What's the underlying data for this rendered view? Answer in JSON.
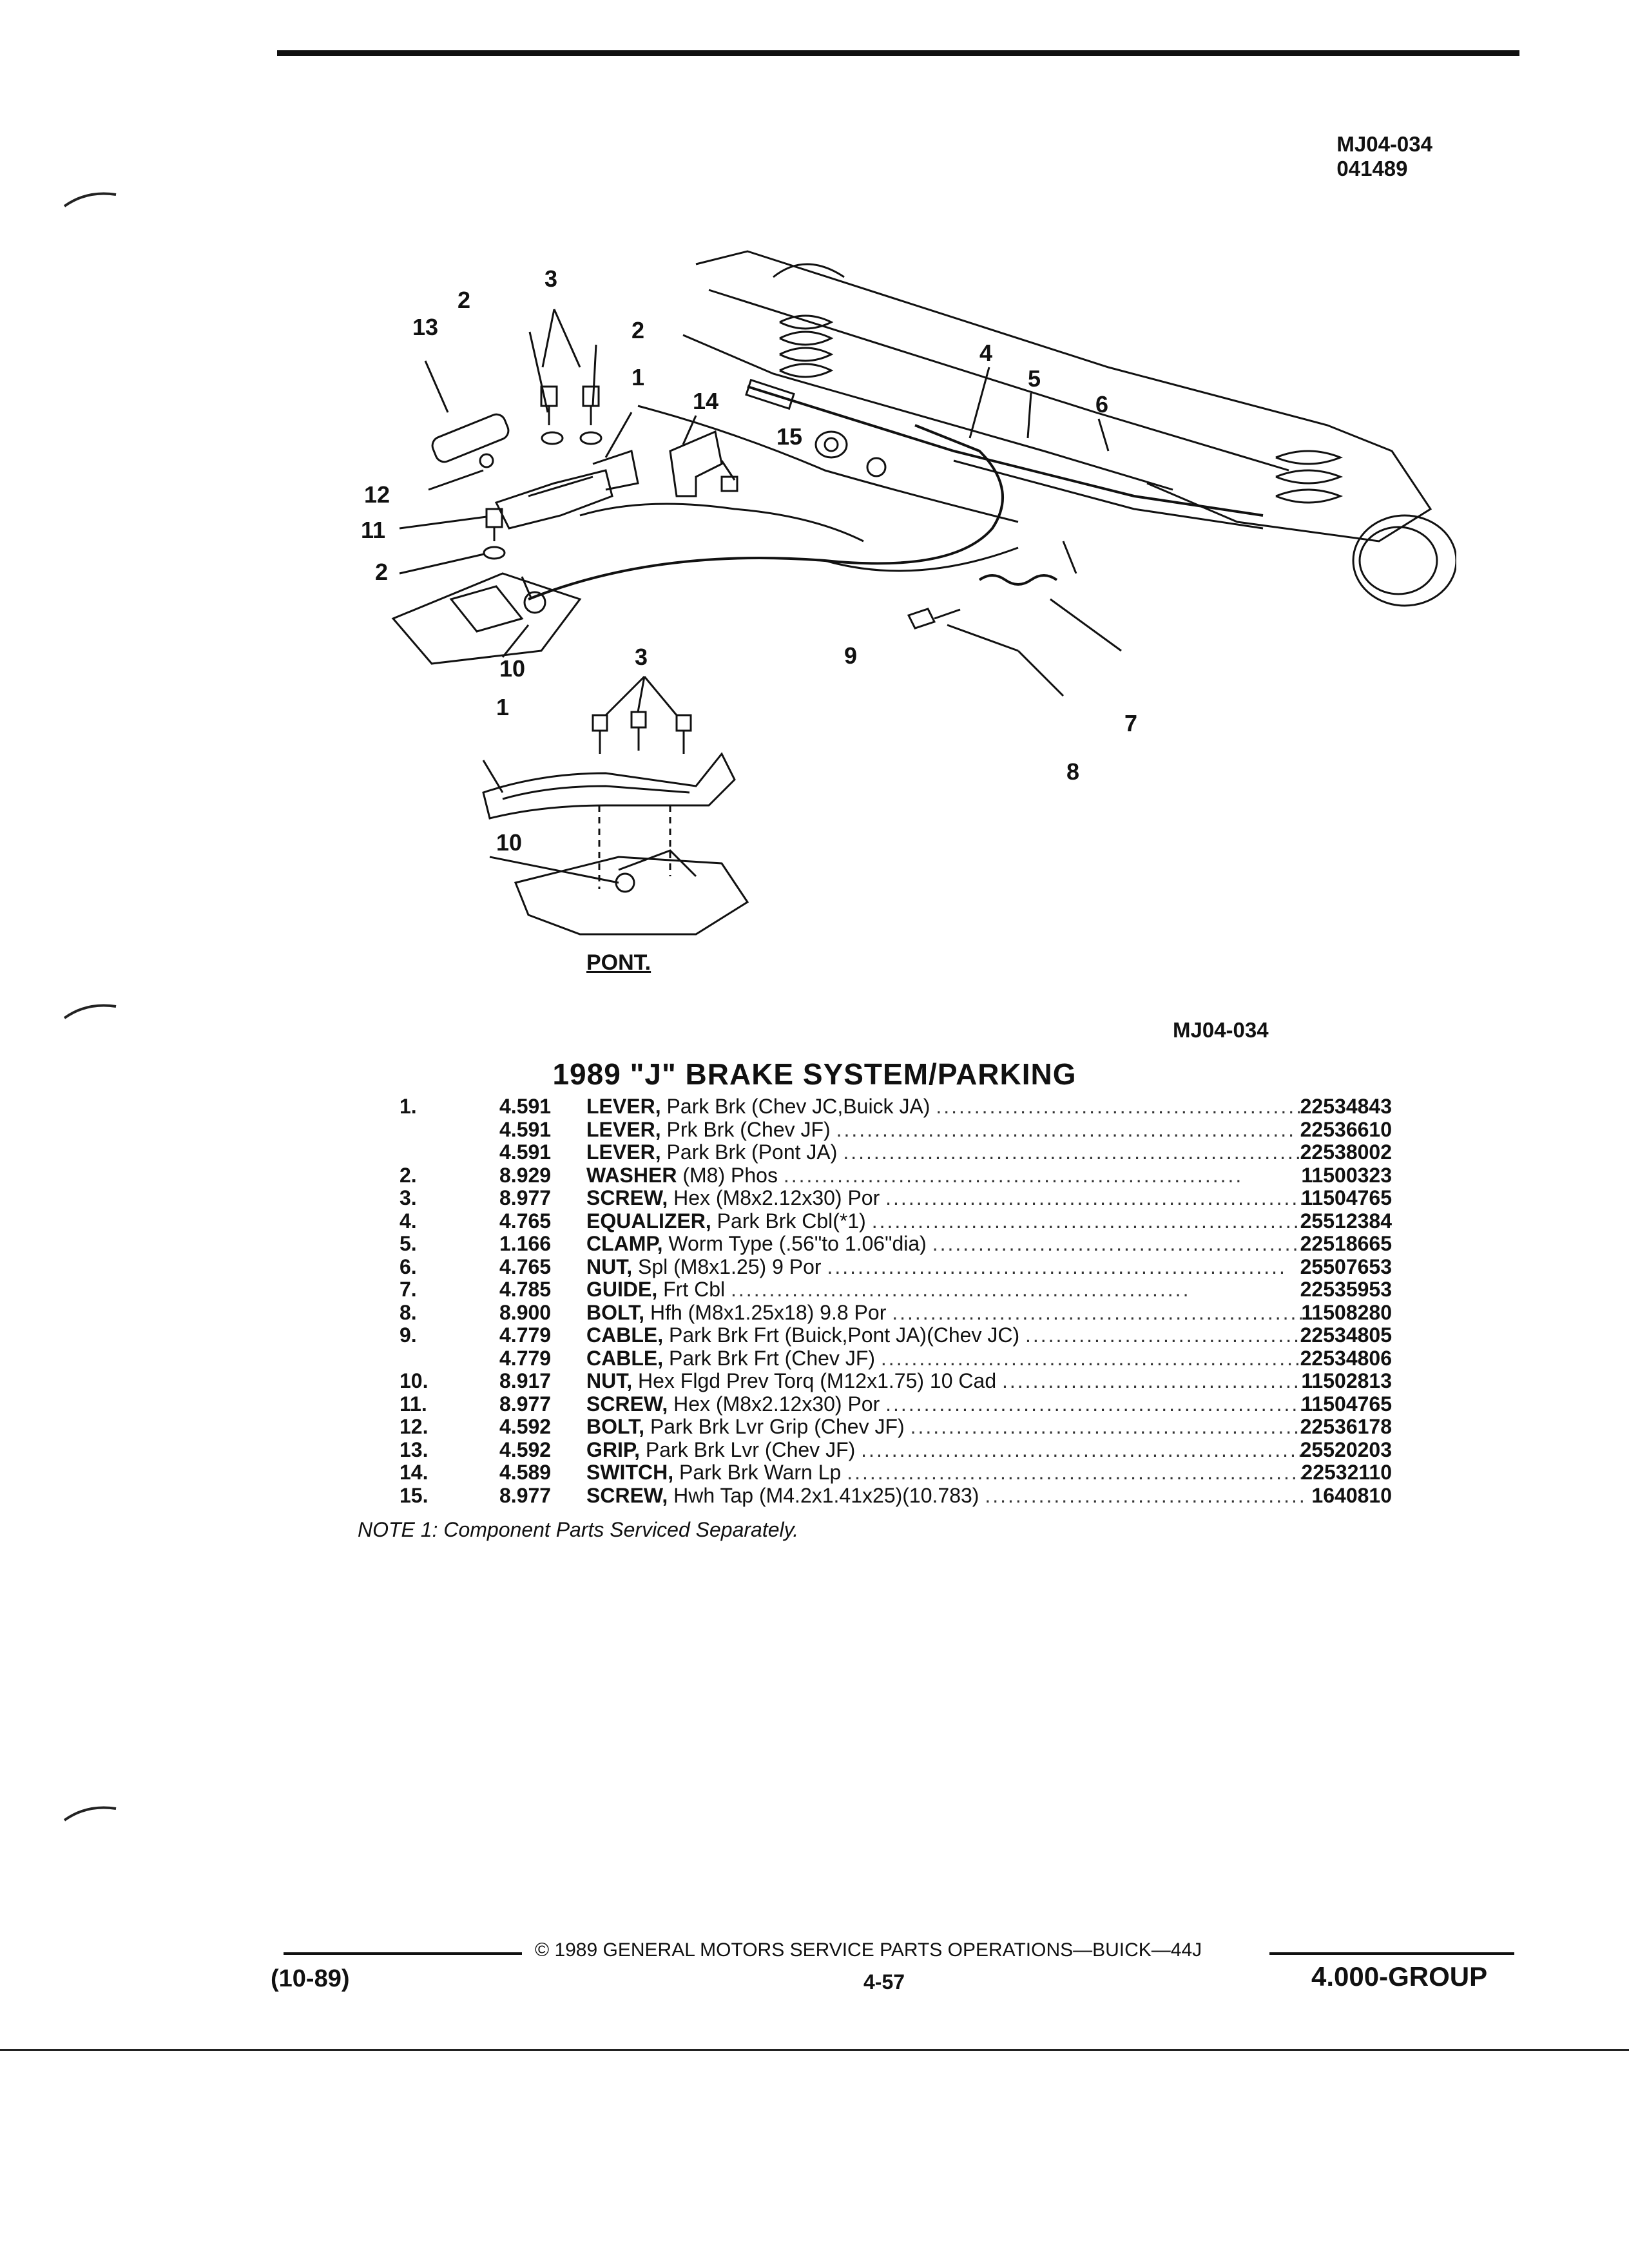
{
  "header": {
    "ref_code": "MJ04-034",
    "ref_date": "041489"
  },
  "figure": {
    "callouts": [
      "1",
      "2",
      "3",
      "4",
      "5",
      "6",
      "7",
      "8",
      "9",
      "10",
      "11",
      "12",
      "13",
      "14",
      "15"
    ],
    "pont_label": "PONT.",
    "figure_id": "MJ04-034"
  },
  "title": "1989 \"J\" BRAKE SYSTEM/PARKING",
  "parts": [
    {
      "num": "1.",
      "group": "4.591",
      "name": "LEVER,",
      "desc": "Park Brk (Chev JC,Buick JA)",
      "pn": "22534843"
    },
    {
      "num": "",
      "group": "4.591",
      "name": "LEVER,",
      "desc": "Prk Brk (Chev JF)",
      "pn": "22536610"
    },
    {
      "num": "",
      "group": "4.591",
      "name": "LEVER,",
      "desc": "Park Brk (Pont JA)",
      "pn": "22538002"
    },
    {
      "num": "2.",
      "group": "8.929",
      "name": "WASHER",
      "desc": "(M8) Phos",
      "pn": "11500323"
    },
    {
      "num": "3.",
      "group": "8.977",
      "name": "SCREW,",
      "desc": "Hex (M8x2.12x30) Por",
      "pn": "11504765"
    },
    {
      "num": "4.",
      "group": "4.765",
      "name": "EQUALIZER,",
      "desc": "Park Brk Cbl(*1)",
      "pn": "25512384"
    },
    {
      "num": "5.",
      "group": "1.166",
      "name": "CLAMP,",
      "desc": "Worm Type (.56\"to 1.06\"dia)",
      "pn": "22518665"
    },
    {
      "num": "6.",
      "group": "4.765",
      "name": "NUT,",
      "desc": "Spl (M8x1.25) 9 Por",
      "pn": "25507653"
    },
    {
      "num": "7.",
      "group": "4.785",
      "name": "GUIDE,",
      "desc": "Frt Cbl",
      "pn": "22535953"
    },
    {
      "num": "8.",
      "group": "8.900",
      "name": "BOLT,",
      "desc": "Hfh (M8x1.25x18) 9.8 Por",
      "pn": "11508280"
    },
    {
      "num": "9.",
      "group": "4.779",
      "name": "CABLE,",
      "desc": "Park Brk Frt (Buick,Pont JA)(Chev JC)",
      "pn": "22534805"
    },
    {
      "num": "",
      "group": "4.779",
      "name": "CABLE,",
      "desc": "Park Brk Frt (Chev JF)",
      "pn": "22534806"
    },
    {
      "num": "10.",
      "group": "8.917",
      "name": "NUT,",
      "desc": "Hex Flgd Prev Torq (M12x1.75) 10 Cad",
      "pn": "11502813"
    },
    {
      "num": "11.",
      "group": "8.977",
      "name": "SCREW,",
      "desc": "Hex (M8x2.12x30) Por",
      "pn": "11504765"
    },
    {
      "num": "12.",
      "group": "4.592",
      "name": "BOLT,",
      "desc": "Park Brk Lvr Grip (Chev JF)",
      "pn": "22536178"
    },
    {
      "num": "13.",
      "group": "4.592",
      "name": "GRIP,",
      "desc": "Park Brk Lvr (Chev JF)",
      "pn": "25520203"
    },
    {
      "num": "14.",
      "group": "4.589",
      "name": "SWITCH,",
      "desc": "Park Brk Warn Lp",
      "pn": "22532110"
    },
    {
      "num": "15.",
      "group": "8.977",
      "name": "SCREW,",
      "desc": "Hwh Tap (M4.2x1.41x25)(10.783)",
      "pn": "1640810"
    }
  ],
  "note": "NOTE 1: Component Parts Serviced Separately.",
  "footer": {
    "copyright": "© 1989 GENERAL MOTORS SERVICE PARTS OPERATIONS—BUICK—44J",
    "date": "(10-89)",
    "page": "4-57",
    "group": "4.000-GROUP"
  }
}
